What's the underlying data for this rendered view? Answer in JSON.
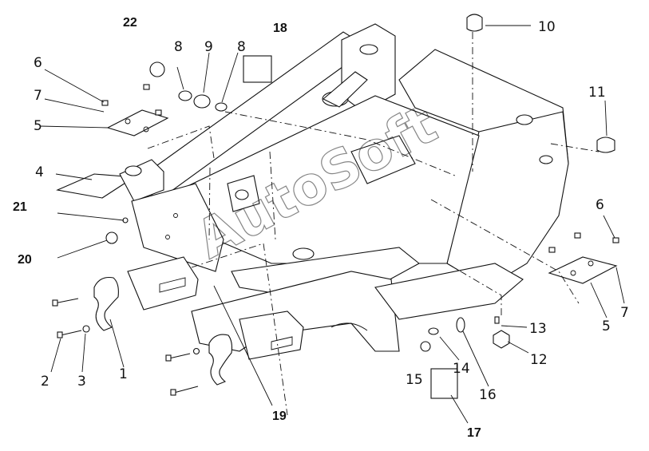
{
  "watermark": "AutoSoft",
  "callouts": {
    "c1": "1",
    "c2": "2",
    "c3": "3",
    "c4": "4",
    "c5_left": "5",
    "c5_right": "5",
    "c6_left": "6",
    "c6_right": "6",
    "c7_left": "7",
    "c7_right": "7",
    "c8_a": "8",
    "c8_b": "8",
    "c9": "9",
    "c10": "10",
    "c11": "11",
    "c12": "12",
    "c13": "13",
    "c14": "14",
    "c15": "15",
    "c16": "16",
    "c17": "17",
    "c18": "18",
    "c19": "19",
    "c20": "20",
    "c21": "21",
    "c22": "22"
  }
}
